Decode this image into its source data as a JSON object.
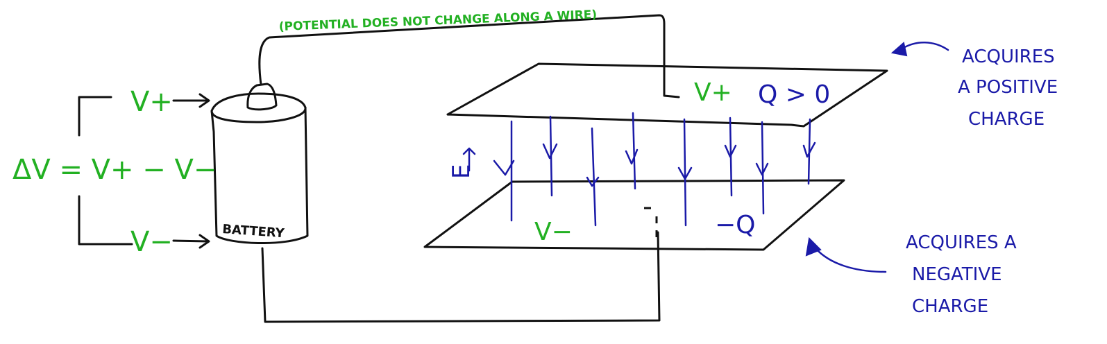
{
  "colors": {
    "ink": "#111111",
    "green": "#22b022",
    "blue": "#1a1aa8"
  },
  "labels": {
    "wire_note": "(POTENTIAL DOES NOT CHANGE ALONG A WIRE)",
    "v_plus_left": "V+",
    "v_minus_left": "V−",
    "delta_v": "ΔV = V+ − V−",
    "battery": "BATTERY",
    "top_plate_potential": "V+",
    "top_plate_charge": "Q > 0",
    "bottom_plate_potential": "V−",
    "bottom_plate_charge": "−Q",
    "field": "E",
    "top_note_line1": "ACQUIRES",
    "top_note_line2": "A POSITIVE",
    "top_note_line3": "CHARGE",
    "bottom_note_line1": "ACQUIRES A",
    "bottom_note_line2": "NEGATIVE",
    "bottom_note_line3": "CHARGE"
  }
}
